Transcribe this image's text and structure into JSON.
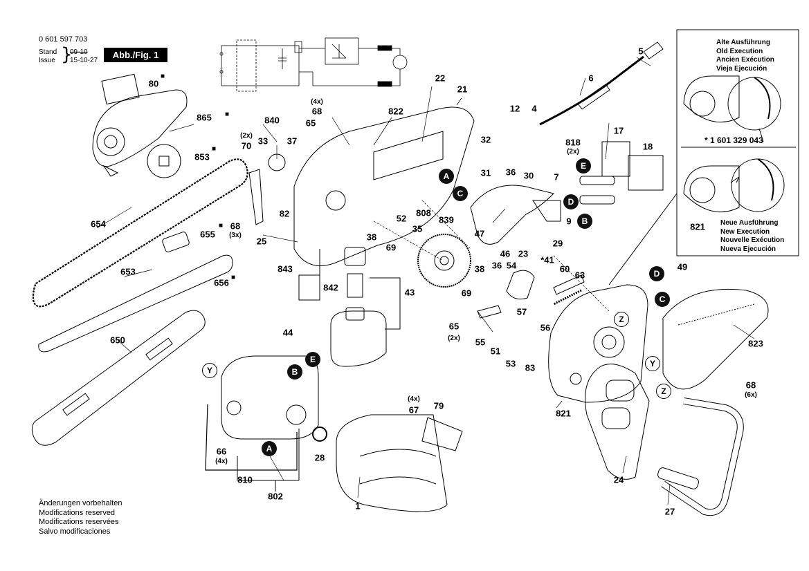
{
  "header": {
    "doc_number": "0 601 597 703",
    "stand_label": "Stand",
    "issue_label": "Issue",
    "stand_date": "09-10",
    "issue_date": "15-10-27",
    "figure_badge": "Abb./Fig. 1"
  },
  "footer": {
    "lines": [
      "Änderungen vorbehalten",
      "Modifications reserved",
      "Modifications reservées",
      "Salvo modificaciones"
    ]
  },
  "inset": {
    "old_lines": [
      "Alte Ausführung",
      "Old Execution",
      "Ancien Exécution",
      "Vieja Ejecución"
    ],
    "new_lines": [
      "Neue Ausführung",
      "New Execution",
      "Nouvelle Exécution",
      "Nueva Ejecución"
    ],
    "part_ref": "* 1 601 329 043",
    "new_part": "821"
  },
  "parts": {
    "p80": "80",
    "p865": "865",
    "p853": "853",
    "p654": "654",
    "p655": "655",
    "p653": "653",
    "p656": "656",
    "p650": "650",
    "p840": "840",
    "p33": "33",
    "p37": "37",
    "p70": "70",
    "p82": "82",
    "p68a": "68",
    "p25": "25",
    "p68top": "68",
    "p65a": "65",
    "p822": "822",
    "p22": "22",
    "p21": "21",
    "p12": "12",
    "p4": "4",
    "p5": "5",
    "p6": "6",
    "p818": "818",
    "p32": "32",
    "p31": "31",
    "p808": "808",
    "p36a": "36",
    "p30": "30",
    "p7": "7",
    "p17": "17",
    "p18": "18",
    "p9": "9",
    "p38a": "38",
    "p52": "52",
    "p69a": "69",
    "p35": "35",
    "p839": "839",
    "p47": "47",
    "p46": "46",
    "p23": "23",
    "p29": "29",
    "p843": "843",
    "p842": "842",
    "p43": "43",
    "p44": "44",
    "p38b": "38",
    "p69b": "69",
    "p36b": "36",
    "p54": "54",
    "p41": "*41",
    "p60": "60",
    "p63": "63",
    "p49": "49",
    "p65b": "65",
    "p55": "55",
    "p51": "51",
    "p57": "57",
    "p56": "56",
    "p53": "53",
    "p83": "83",
    "p823": "823",
    "p68c": "68",
    "p821": "821",
    "p802": "802",
    "p810": "810",
    "p66": "66",
    "p28": "28",
    "p67": "67",
    "p79": "79",
    "p1": "1",
    "p24": "24",
    "p27": "27"
  },
  "quantities": {
    "q68top": "(4x)",
    "q70": "(2x)",
    "q68a": "(3x)",
    "q818": "(2x)",
    "q65b": "(2x)",
    "q68c": "(6x)",
    "q66": "(4x)",
    "q67": "(4x)"
  },
  "callouts": {
    "A": "A",
    "B": "B",
    "C": "C",
    "D": "D",
    "E": "E",
    "Y": "Y",
    "Z": "Z"
  },
  "marker_symbol": "■"
}
